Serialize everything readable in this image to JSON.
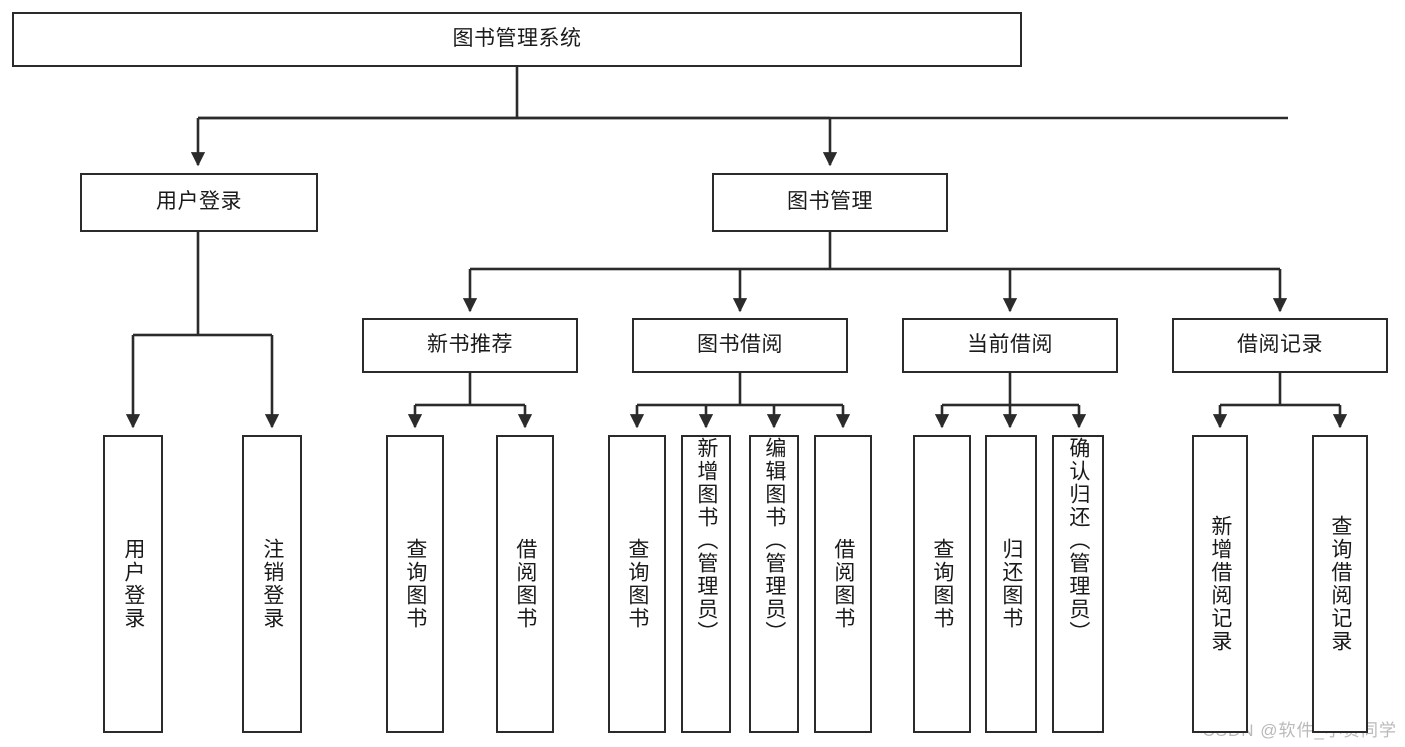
{
  "diagram": {
    "type": "tree-hierarchy",
    "title": "图书管理系统",
    "colors": {
      "stroke": "#2b2b2b",
      "fill": "#ffffff",
      "text": "#1a1a1a",
      "watermark": "#b9b9b9"
    },
    "root": {
      "label": "图书管理系统"
    },
    "level1": [
      {
        "label": "用户登录"
      },
      {
        "label": "图书管理"
      }
    ],
    "level2": [
      {
        "label": "新书推荐"
      },
      {
        "label": "图书借阅"
      },
      {
        "label": "当前借阅"
      },
      {
        "label": "借阅记录"
      }
    ],
    "leaves": {
      "user_login": [
        {
          "label": "用户登录"
        },
        {
          "label": "注销登录"
        }
      ],
      "new_book_recommend": [
        {
          "label": "查询图书"
        },
        {
          "label": "借阅图书"
        }
      ],
      "book_borrow": [
        {
          "label": "查询图书"
        },
        {
          "label": "新增图书（管理员）"
        },
        {
          "label": "编辑图书（管理员）"
        },
        {
          "label": "借阅图书"
        }
      ],
      "current_borrow": [
        {
          "label": "查询图书"
        },
        {
          "label": "归还图书"
        },
        {
          "label": "确认归还（管理员）"
        }
      ],
      "borrow_records": [
        {
          "label": "新增借阅记录"
        },
        {
          "label": "查询借阅记录"
        }
      ]
    }
  },
  "watermark": {
    "text": "CSDN @软件_小贺同学"
  }
}
